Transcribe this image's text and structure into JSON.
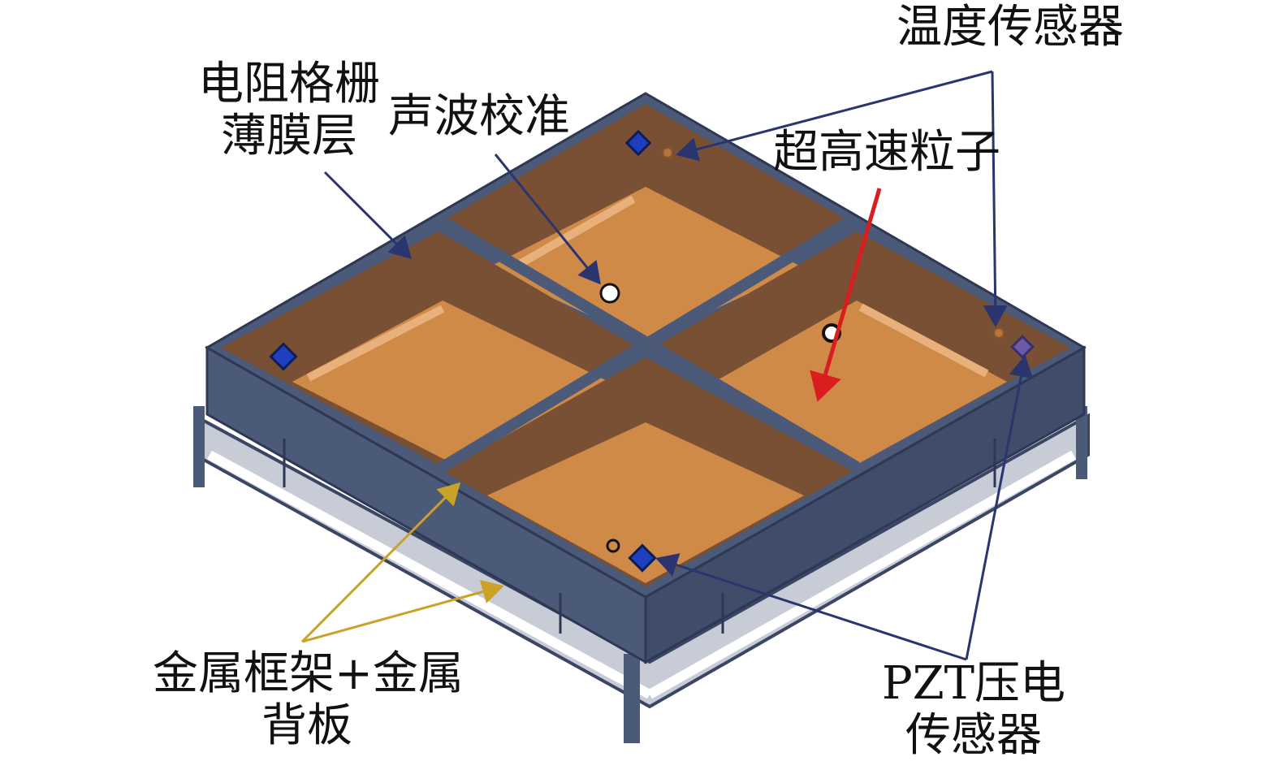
{
  "labels": {
    "resist_grid_line1": "电阻格栅",
    "resist_grid_line2": "薄膜层",
    "acoustic_calibration": "声波校准",
    "temperature_sensor": "温度传感器",
    "hypervelocity_particle": "超高速粒子",
    "metal_frame_line1": "金属框架+金属",
    "metal_frame_line2": "背板",
    "pzt_line1": "PZT压电",
    "pzt_line2": "传感器"
  },
  "colors": {
    "frame_blue": "#4b5a78",
    "frame_dark": "#3a4663",
    "wall_brown": "#7a5034",
    "floor_orange": "#d08a48",
    "arrow_navy": "#2a3570",
    "arrow_red": "#d81e1e",
    "arrow_gold": "#c9a227",
    "sensor_blue": "#1f3fbf"
  },
  "icons": {
    "pzt_sensor": "blue-diamond-icon",
    "acoustic_source": "white-circle-icon",
    "impact_point": "ring-icon",
    "temperature_probe": "small-circle-icon"
  }
}
